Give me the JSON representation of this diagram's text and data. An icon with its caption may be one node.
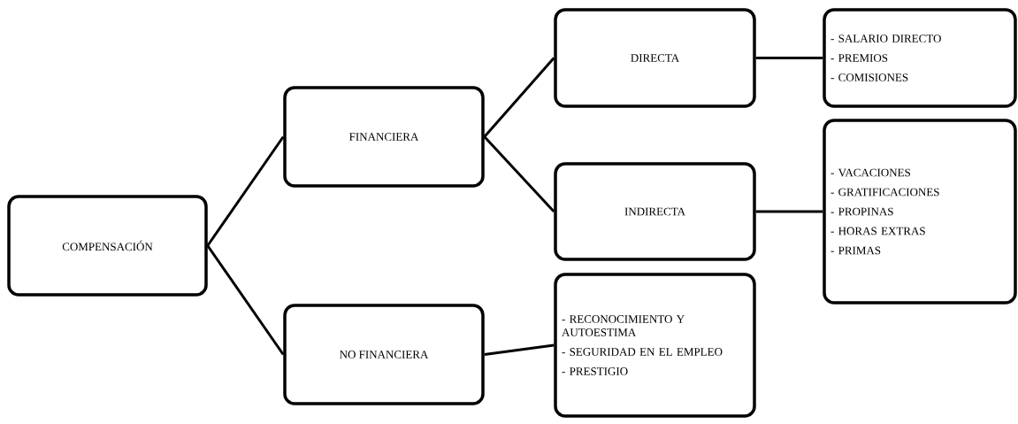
{
  "diagram": {
    "nodes": [
      {
        "text": [
          "COMPENSACIÓN"
        ]
      },
      {
        "text": [
          "FINANCIERA"
        ]
      },
      {
        "text": [
          "NO FINANCIERA"
        ]
      },
      {
        "text": [
          "DIRECTA"
        ]
      },
      {
        "text": [
          "INDIRECTA"
        ]
      },
      {
        "text": [
          "- SALARIO DIRECTO",
          "- PREMIOS",
          "- COMISIONES"
        ]
      },
      {
        "text": [
          "- VACACIONES",
          "- GRATIFICACIONES",
          "- PROPINAS",
          "- HORAS EXTRAS",
          "- PRIMAS"
        ]
      },
      {
        "text": [
          "- RECONOCIMIENTO Y AUTOESTIMA",
          "- SEGURIDAD EN EL EMPLEO",
          "- PRESTIGIO"
        ]
      }
    ],
    "edges": [
      {
        "from": 0,
        "to": 1,
        "arrow": "none"
      },
      {
        "from": 0,
        "to": 2,
        "arrow": "none"
      },
      {
        "from": 1,
        "to": 3,
        "arrow": "none"
      },
      {
        "from": 1,
        "to": 4,
        "arrow": "none"
      },
      {
        "from": 3,
        "to": 5,
        "arrow": "none"
      },
      {
        "from": 4,
        "to": 6,
        "arrow": "none"
      },
      {
        "from": 2,
        "to": 7,
        "arrow": "none"
      }
    ]
  }
}
